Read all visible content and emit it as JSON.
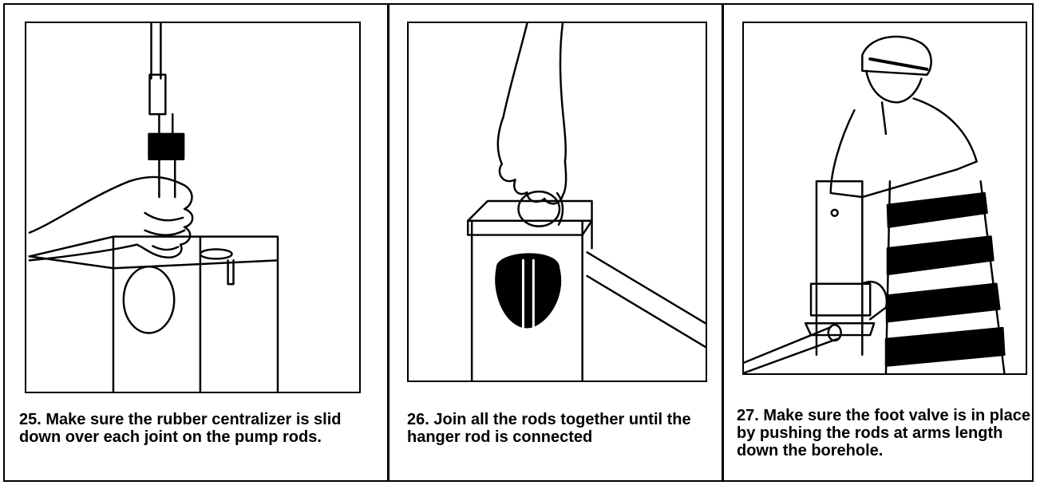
{
  "steps": [
    {
      "number": "25.",
      "text": "Make sure the rubber centralizer is slid down over each joint on the pump rods."
    },
    {
      "number": "26.",
      "text": "Join all the rods together until the hanger rod is connected"
    },
    {
      "number": "27.",
      "text": "Make sure the foot valve is in place by pushing the rods at arms length down the borehole."
    }
  ],
  "colors": {
    "ink": "#000000",
    "paper": "#ffffff"
  }
}
